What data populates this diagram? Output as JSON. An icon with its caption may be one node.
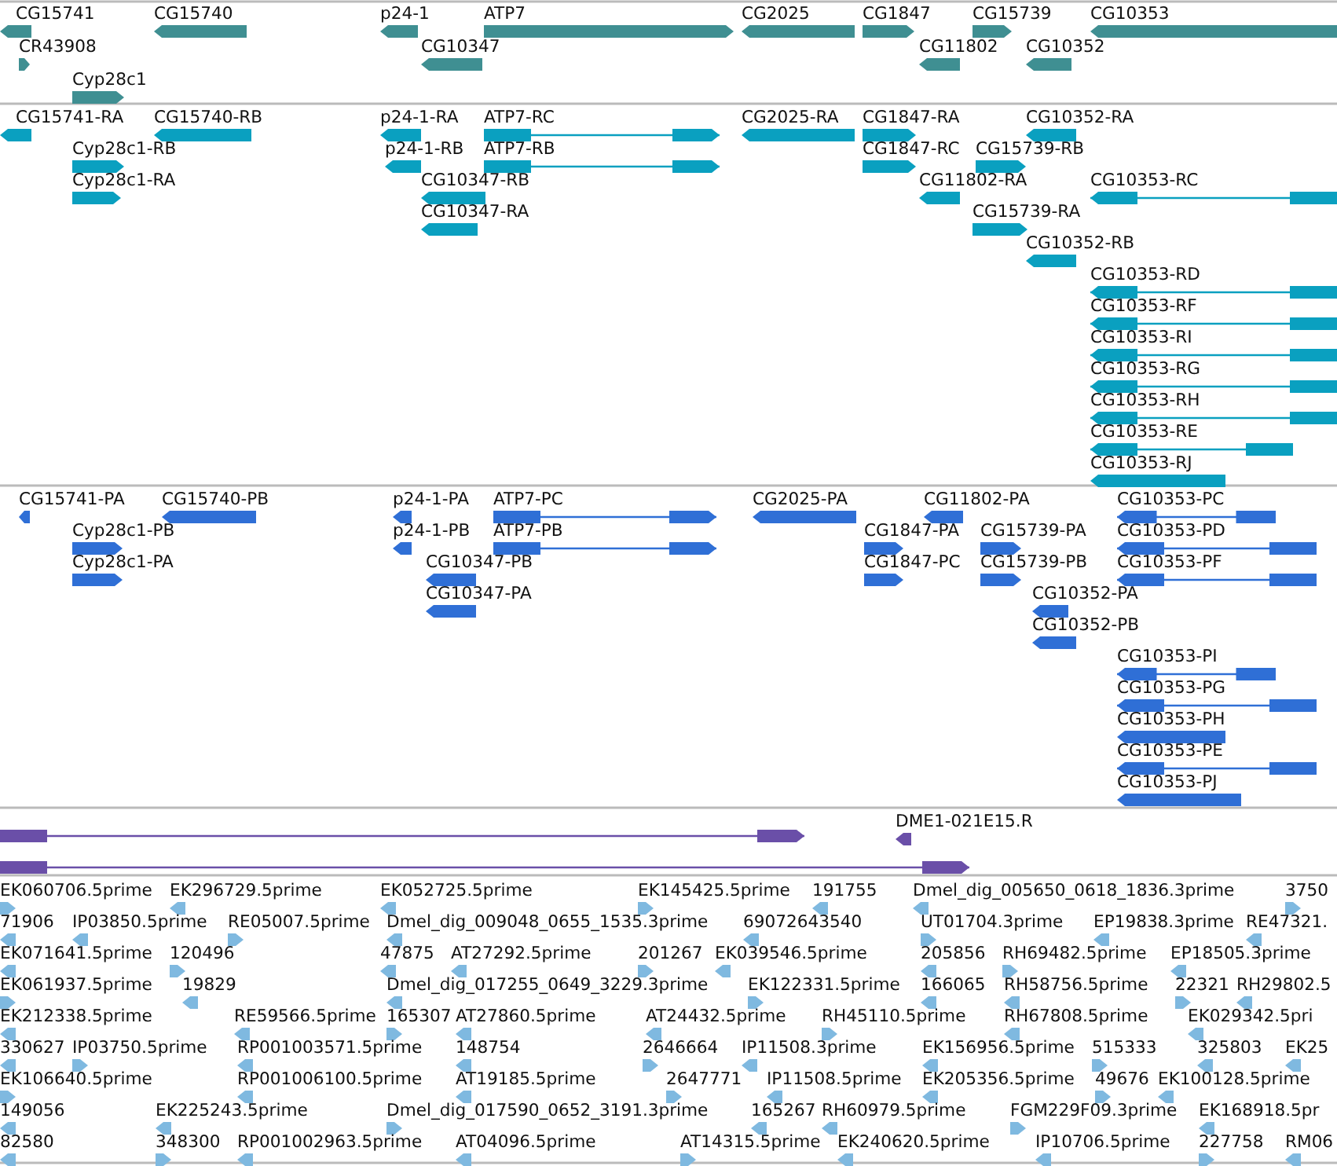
{
  "diagram": {
    "labels": [
      "CG15741",
      "CG15740",
      "p24-1",
      "ATP7",
      "CG2025",
      "CG1847",
      "CG15739",
      "CG10353",
      "CR43908",
      "CG10347",
      "CG11802",
      "CG10352",
      "Cyp28c1",
      "CG15741-RA",
      "CG15740-RB",
      "p24-1-RA",
      "ATP7-RC",
      "CG2025-RA",
      "CG1847-RA",
      "CG10352-RA",
      "Cyp28c1-RB",
      "p24-1-RB",
      "ATP7-RB",
      "CG1847-RC",
      "CG15739-RB",
      "Cyp28c1-RA",
      "CG10347-RB",
      "CG11802-RA",
      "CG10353-RC",
      "CG10347-RA",
      "CG15739-RA",
      "CG10352-RB",
      "CG10353-RD",
      "CG10353-RF",
      "CG10353-RI",
      "CG10353-RG",
      "CG10353-RH",
      "CG10353-RE",
      "CG10353-RJ",
      "CG15741-PA",
      "CG15740-PB",
      "p24-1-PA",
      "ATP7-PC",
      "CG2025-PA",
      "CG11802-PA",
      "CG10353-PC",
      "Cyp28c1-PB",
      "p24-1-PB",
      "ATP7-PB",
      "CG1847-PA",
      "CG15739-PA",
      "CG10353-PD",
      "Cyp28c1-PA",
      "CG10347-PB",
      "CG1847-PC",
      "CG15739-PB",
      "CG10353-PF",
      "CG10347-PA",
      "CG10352-PA",
      "CG10352-PB",
      "CG10353-PI",
      "CG10353-PG",
      "CG10353-PH",
      "CG10353-PE",
      "CG10353-PJ",
      "DME1-021E15.R",
      "EK060706.5prime",
      "EK296729.5prime",
      "EK052725.5prime",
      "EK145425.5prime",
      "191755",
      "Dmel_dig_005650_0618_1836.3prime",
      "3750",
      "71906",
      "IP03850.5prime",
      "RE05007.5prime",
      "Dmel_dig_009048_0655_1535.3prime",
      "69072643540",
      "UT01704.3prime",
      "EP19838.3prime",
      "RE47321.",
      "EK071641.5prime",
      "120496",
      "47875",
      "AT27292.5prime",
      "201267",
      "EK039546.5prime",
      "205856",
      "RH69482.5prime",
      "EP18505.3prime",
      "EK061937.5prime",
      "19829",
      "Dmel_dig_017255_0649_3229.3prime",
      "EK122331.5prime",
      "166065",
      "RH58756.5prime",
      "22321",
      "RH29802.5",
      "EK212338.5prime",
      "RE59566.5prime",
      "165307",
      "AT27860.5prime",
      "AT24432.5prime",
      "RH45110.5prime",
      "RH67808.5prime",
      "EK029342.5pri",
      "330627",
      "IP03750.5prime",
      "RP001003571.5prime",
      "148754",
      "2646664",
      "IP11508.3prime",
      "EK156956.5prime",
      "515333",
      "325803",
      "EK25",
      "EK106640.5prime",
      "RP001006100.5prime",
      "AT19185.5prime",
      "2647771",
      "IP11508.5prime",
      "EK205356.5prime",
      "49676",
      "EK100128.5prime",
      "149056",
      "EK225243.5prime",
      "Dmel_dig_017590_0652_3191.3prime",
      "165267",
      "RH60979.5prime",
      "FGM229F09.3prime",
      "EK168918.5pr",
      "82580",
      "348300",
      "RP001002963.5prime",
      "AT04096.5prime",
      "AT14315.5prime",
      "EK240620.5prime",
      "IP10706.5prime",
      "227758",
      "RM06"
    ]
  }
}
